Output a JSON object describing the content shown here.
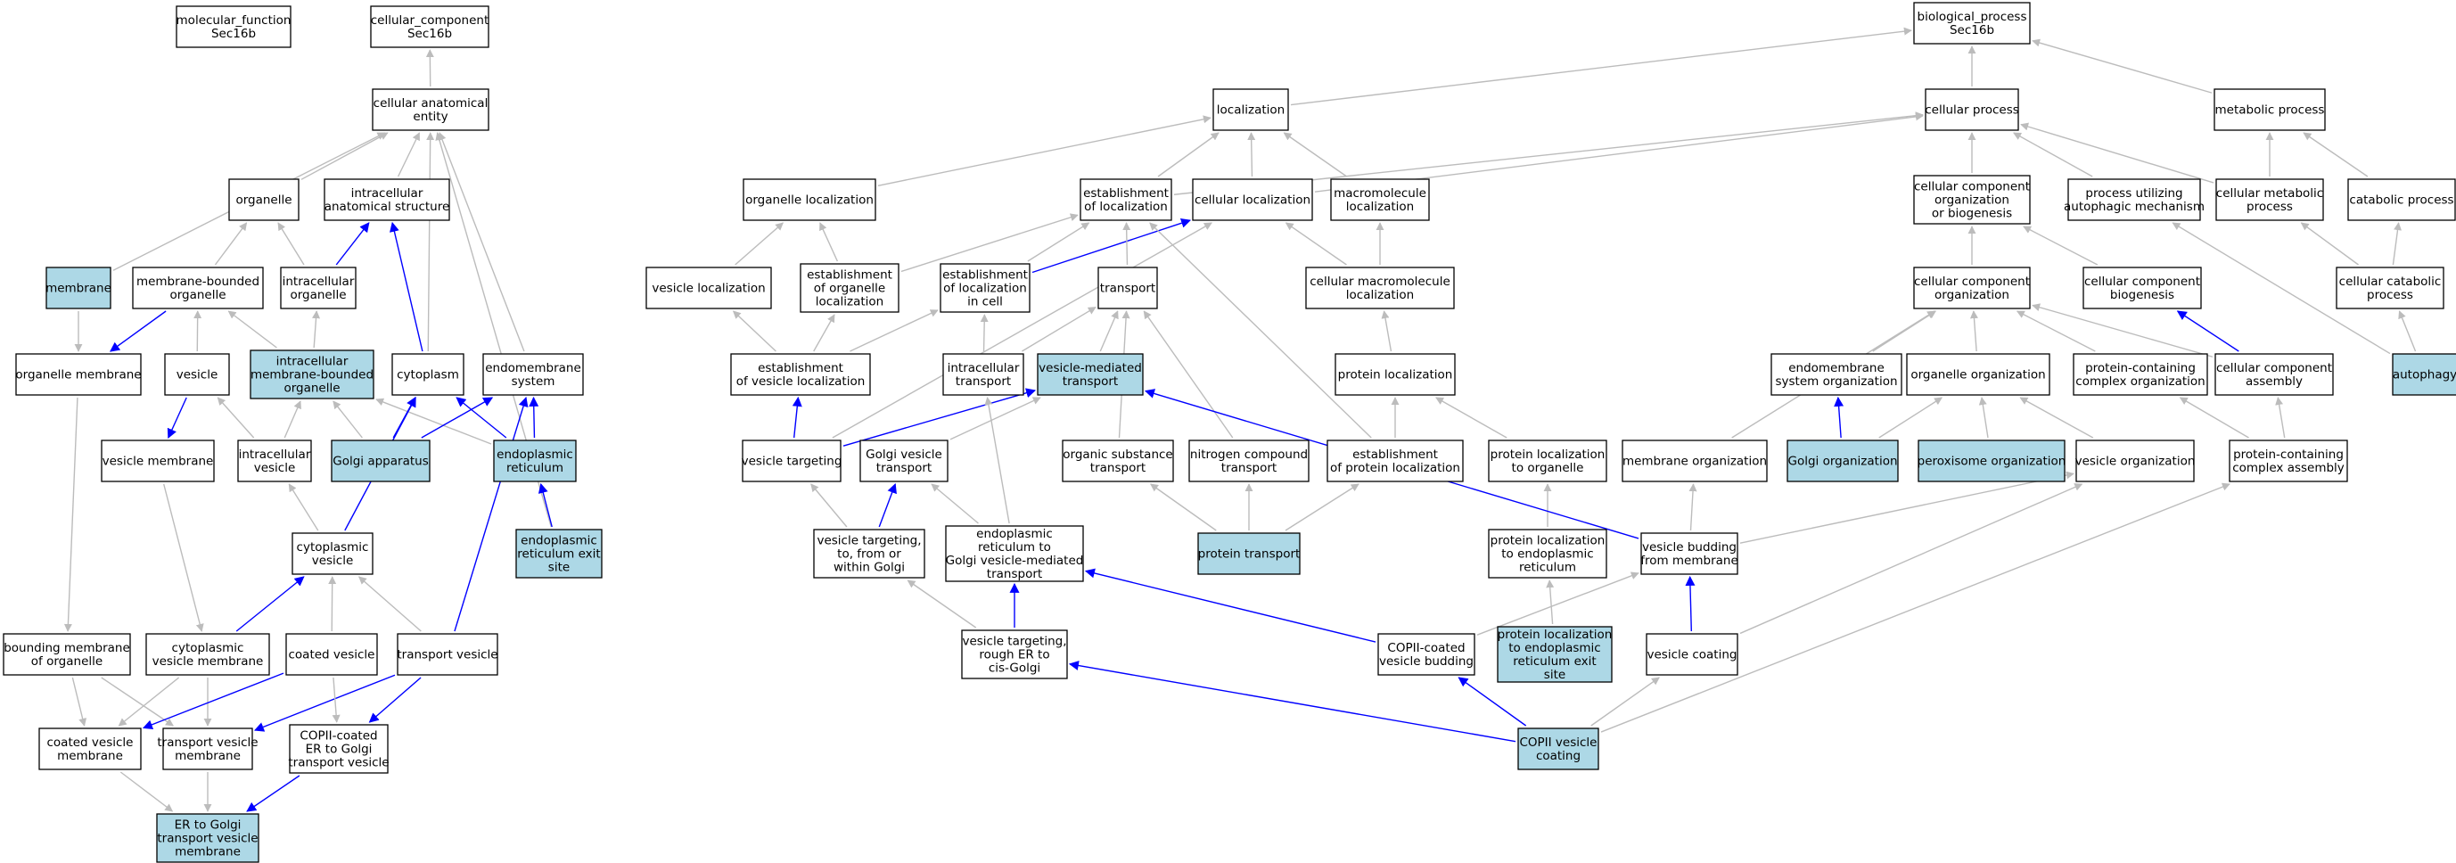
{
  "colors": {
    "highlight_fill": "#add8e6",
    "plain_fill": "#ffffff",
    "is_a_edge": "#bcbcbc",
    "direct_edge": "#0000ff"
  },
  "nodes": {
    "mf_root": {
      "lines": [
        "molecular_function",
        "Sec16b"
      ],
      "highlight": false
    },
    "cc_root": {
      "lines": [
        "cellular_component",
        "Sec16b"
      ],
      "highlight": false
    },
    "bp_root": {
      "lines": [
        "biological_process",
        "Sec16b"
      ],
      "highlight": false
    },
    "cae": {
      "lines": [
        "cellular anatomical",
        "entity"
      ],
      "highlight": false
    },
    "organelle": {
      "lines": [
        "organelle"
      ],
      "highlight": false
    },
    "ias": {
      "lines": [
        "intracellular",
        "anatomical structure"
      ],
      "highlight": false
    },
    "membrane": {
      "lines": [
        "membrane"
      ],
      "highlight": true
    },
    "mbo": {
      "lines": [
        "membrane-bounded",
        "organelle"
      ],
      "highlight": false
    },
    "io": {
      "lines": [
        "intracellular",
        "organelle"
      ],
      "highlight": false
    },
    "om": {
      "lines": [
        "organelle membrane"
      ],
      "highlight": false
    },
    "vesicle": {
      "lines": [
        "vesicle"
      ],
      "highlight": false
    },
    "imbo": {
      "lines": [
        "intracellular",
        "membrane-bounded",
        "organelle"
      ],
      "highlight": true
    },
    "cytoplasm": {
      "lines": [
        "cytoplasm"
      ],
      "highlight": false
    },
    "endosys": {
      "lines": [
        "endomembrane",
        "system"
      ],
      "highlight": false
    },
    "vm": {
      "lines": [
        "vesicle membrane"
      ],
      "highlight": false
    },
    "iv": {
      "lines": [
        "intracellular",
        "vesicle"
      ],
      "highlight": false
    },
    "golgi": {
      "lines": [
        "Golgi apparatus"
      ],
      "highlight": true
    },
    "er": {
      "lines": [
        "endoplasmic",
        "reticulum"
      ],
      "highlight": true
    },
    "eres": {
      "lines": [
        "endoplasmic",
        "reticulum exit",
        "site"
      ],
      "highlight": true
    },
    "cytves": {
      "lines": [
        "cytoplasmic",
        "vesicle"
      ],
      "highlight": false
    },
    "bmo": {
      "lines": [
        "bounding membrane",
        "of organelle"
      ],
      "highlight": false
    },
    "cvm": {
      "lines": [
        "cytoplasmic",
        "vesicle membrane"
      ],
      "highlight": false
    },
    "cv": {
      "lines": [
        "coated vesicle"
      ],
      "highlight": false
    },
    "tv": {
      "lines": [
        "transport vesicle"
      ],
      "highlight": false
    },
    "cvmem": {
      "lines": [
        "coated vesicle",
        "membrane"
      ],
      "highlight": false
    },
    "tvm": {
      "lines": [
        "transport vesicle",
        "membrane"
      ],
      "highlight": false
    },
    "copii_tv": {
      "lines": [
        "COPII-coated",
        "ER to Golgi",
        "transport vesicle"
      ],
      "highlight": false
    },
    "ergtvm": {
      "lines": [
        "ER to Golgi",
        "transport vesicle",
        "membrane"
      ],
      "highlight": true
    },
    "localization": {
      "lines": [
        "localization"
      ],
      "highlight": false
    },
    "cellproc": {
      "lines": [
        "cellular process"
      ],
      "highlight": false
    },
    "metab": {
      "lines": [
        "metabolic process"
      ],
      "highlight": false
    },
    "orgloc": {
      "lines": [
        "organelle localization"
      ],
      "highlight": false
    },
    "estloc": {
      "lines": [
        "establishment",
        "of localization"
      ],
      "highlight": false
    },
    "cellloc": {
      "lines": [
        "cellular localization"
      ],
      "highlight": false
    },
    "macroloc": {
      "lines": [
        "macromolecule",
        "localization"
      ],
      "highlight": false
    },
    "ccob": {
      "lines": [
        "cellular component",
        "organization",
        "or biogenesis"
      ],
      "highlight": false
    },
    "puam": {
      "lines": [
        "process utilizing",
        "autophagic mechanism"
      ],
      "highlight": false
    },
    "cmp": {
      "lines": [
        "cellular metabolic",
        "process"
      ],
      "highlight": false
    },
    "catab": {
      "lines": [
        "catabolic process"
      ],
      "highlight": false
    },
    "vesloc": {
      "lines": [
        "vesicle localization"
      ],
      "highlight": false
    },
    "eol": {
      "lines": [
        "establishment",
        "of organelle",
        "localization"
      ],
      "highlight": false
    },
    "elic": {
      "lines": [
        "establishment",
        "of localization",
        "in cell"
      ],
      "highlight": false
    },
    "transport": {
      "lines": [
        "transport"
      ],
      "highlight": false
    },
    "cml": {
      "lines": [
        "cellular macromolecule",
        "localization"
      ],
      "highlight": false
    },
    "cco": {
      "lines": [
        "cellular component",
        "organization"
      ],
      "highlight": false
    },
    "ccb": {
      "lines": [
        "cellular component",
        "biogenesis"
      ],
      "highlight": false
    },
    "ccp": {
      "lines": [
        "cellular catabolic",
        "process"
      ],
      "highlight": false
    },
    "evl": {
      "lines": [
        "establishment",
        "of vesicle localization"
      ],
      "highlight": false
    },
    "it": {
      "lines": [
        "intracellular",
        "transport"
      ],
      "highlight": false
    },
    "vmt": {
      "lines": [
        "vesicle-mediated",
        "transport"
      ],
      "highlight": true
    },
    "protloc": {
      "lines": [
        "protein localization"
      ],
      "highlight": false
    },
    "eso": {
      "lines": [
        "endomembrane",
        "system organization"
      ],
      "highlight": false
    },
    "orgorg": {
      "lines": [
        "organelle organization"
      ],
      "highlight": false
    },
    "pcco": {
      "lines": [
        "protein-containing",
        "complex organization"
      ],
      "highlight": false
    },
    "cca": {
      "lines": [
        "cellular component",
        "assembly"
      ],
      "highlight": false
    },
    "autophagy": {
      "lines": [
        "autophagy"
      ],
      "highlight": true
    },
    "vt": {
      "lines": [
        "vesicle targeting"
      ],
      "highlight": false
    },
    "gvt": {
      "lines": [
        "Golgi vesicle",
        "transport"
      ],
      "highlight": false
    },
    "ost": {
      "lines": [
        "organic substance",
        "transport"
      ],
      "highlight": false
    },
    "nct": {
      "lines": [
        "nitrogen compound",
        "transport"
      ],
      "highlight": false
    },
    "epl": {
      "lines": [
        "establishment",
        "of protein localization"
      ],
      "highlight": false
    },
    "plo": {
      "lines": [
        "protein localization",
        "to organelle"
      ],
      "highlight": false
    },
    "memorg": {
      "lines": [
        "membrane organization"
      ],
      "highlight": false
    },
    "golgiorg": {
      "lines": [
        "Golgi organization"
      ],
      "highlight": true
    },
    "peroxorg": {
      "lines": [
        "peroxisome organization"
      ],
      "highlight": true
    },
    "vesorg": {
      "lines": [
        "vesicle organization"
      ],
      "highlight": false
    },
    "pcca": {
      "lines": [
        "protein-containing",
        "complex assembly"
      ],
      "highlight": false
    },
    "vtg": {
      "lines": [
        "vesicle targeting,",
        "to, from or",
        "within Golgi"
      ],
      "highlight": false
    },
    "ergvt": {
      "lines": [
        "endoplasmic",
        "reticulum to",
        "Golgi vesicle-mediated",
        "transport"
      ],
      "highlight": false
    },
    "pt": {
      "lines": [
        "protein transport"
      ],
      "highlight": true
    },
    "pler": {
      "lines": [
        "protein localization",
        "to endoplasmic",
        "reticulum"
      ],
      "highlight": false
    },
    "vbm": {
      "lines": [
        "vesicle budding",
        "from membrane"
      ],
      "highlight": false
    },
    "vtrer": {
      "lines": [
        "vesicle targeting,",
        "rough ER to",
        "cis-Golgi"
      ],
      "highlight": false
    },
    "copiivb": {
      "lines": [
        "COPII-coated",
        "vesicle budding"
      ],
      "highlight": false
    },
    "pleres": {
      "lines": [
        "protein localization",
        "to endoplasmic",
        "reticulum exit",
        "site"
      ],
      "highlight": true
    },
    "vc": {
      "lines": [
        "vesicle coating"
      ],
      "highlight": false
    },
    "copiivc": {
      "lines": [
        "COPII vesicle",
        "coating"
      ],
      "highlight": true
    }
  }
}
